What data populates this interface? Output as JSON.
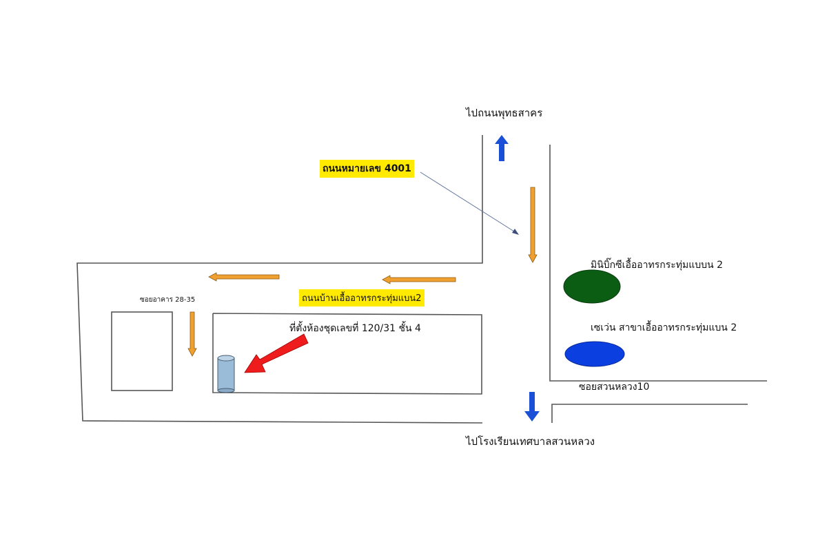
{
  "labels": {
    "to_top": "ไปถนนพุทธสาคร",
    "to_bottom": "ไปโรงเรียนเทศบาลสวนหลวง",
    "highway": "ถนนหมายเลข 4001",
    "road_ban": "ถนนบ้านเอื้ออาทรกระทุ่มแบน2",
    "soi_building": "ซอยอาคาร 28-35",
    "condo": "ที่ตั้งห้องชุดเลขที่ 120/31 ชั้น 4",
    "bigc": "มินิบิ๊กซีเอื้ออาทรกระทุ่มแบบน 2",
    "seven": "เซเว่น สาขาเอื้ออาทรกระทุ่มแบน 2",
    "soi_suan": "ซอยสวนหลวง10"
  },
  "colors": {
    "road_line": "#555555",
    "orange_arrow": "#f0a030",
    "blue_arrow": "#1a4fd8",
    "red_arrow": "#ee1c1c",
    "bigc_marker": "#0b5d14",
    "seven_marker": "#0b3fe0",
    "building_marker": "#9bbcd8",
    "highlight": "#ffea00"
  }
}
